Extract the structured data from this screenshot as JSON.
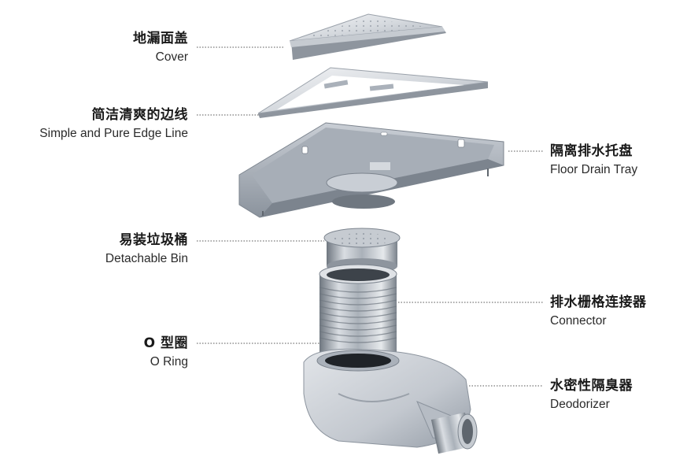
{
  "labels": {
    "cover": {
      "zh": "地漏面盖",
      "en": "Cover"
    },
    "edge": {
      "zh": "简洁清爽的边线",
      "en": "Simple and Pure Edge Line"
    },
    "tray": {
      "zh": "隔离排水托盘",
      "en": "Floor Drain Tray"
    },
    "bin": {
      "zh": "易装垃圾桶",
      "en": "Detachable Bin"
    },
    "connector": {
      "zh": "排水栅格连接器",
      "en": "Connector"
    },
    "ring": {
      "zh": "O 型圈",
      "en": "O Ring"
    },
    "deodorizer": {
      "zh": "水密性隔臭器",
      "en": "Deodorizer"
    }
  },
  "colors": {
    "metal_light": "#dfe2e6",
    "metal_mid": "#b6bcc4",
    "metal_dark": "#7c848e",
    "leader": "#555555"
  }
}
